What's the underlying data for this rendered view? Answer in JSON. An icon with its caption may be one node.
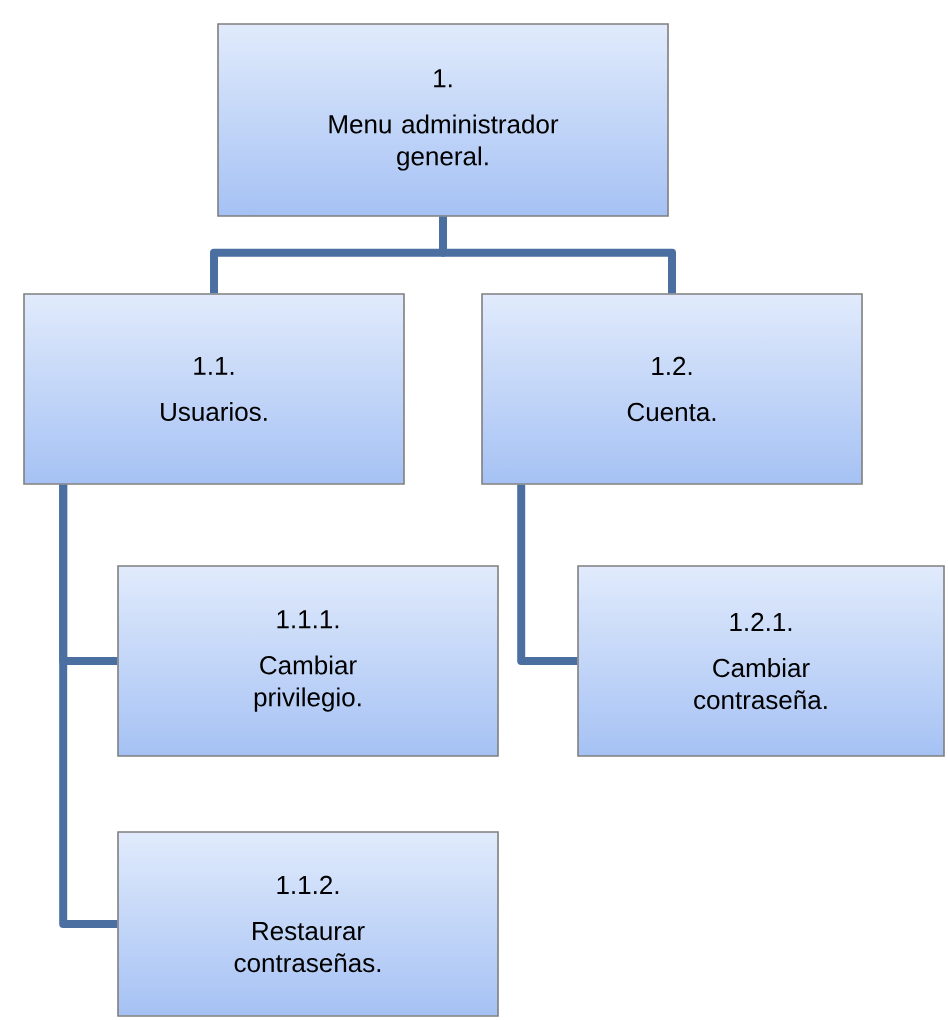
{
  "diagram": {
    "nodes": [
      {
        "text": [
          "1.",
          "Menu administrador general."
        ]
      },
      {
        "text": [
          "1.1.",
          "Usuarios."
        ]
      },
      {
        "text": [
          "1.2.",
          "Cuenta."
        ]
      },
      {
        "text": [
          "1.1.1.",
          "Cambiar privilegio."
        ]
      },
      {
        "text": [
          "1.2.1.",
          "Cambiar contraseña."
        ]
      },
      {
        "text": [
          "1.1.2.",
          "Restaurar contraseñas."
        ]
      }
    ],
    "edges": [
      {
        "from": 0,
        "to": 1,
        "arrow": "none"
      },
      {
        "from": 0,
        "to": 2,
        "arrow": "none"
      },
      {
        "from": 1,
        "to": 3,
        "arrow": "none"
      },
      {
        "from": 1,
        "to": 5,
        "arrow": "none"
      },
      {
        "from": 2,
        "to": 4,
        "arrow": "none"
      }
    ]
  }
}
